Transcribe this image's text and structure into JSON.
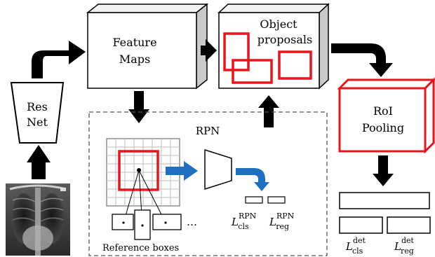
{
  "blocks": {
    "resnet": {
      "line1": "Res",
      "line2": "Net"
    },
    "feature_maps": {
      "line1": "Feature",
      "line2": "Maps"
    },
    "object_proposals": {
      "line1": "Object",
      "line2": "proposals"
    },
    "roi_pooling": {
      "line1": "RoI",
      "line2": "Pooling"
    }
  },
  "rpn": {
    "title": "RPN",
    "reference_boxes": "Reference boxes",
    "ellipsis": "…",
    "loss_cls": {
      "base": "L",
      "sup": "RPN",
      "sub": "cls"
    },
    "loss_reg": {
      "base": "L",
      "sup": "RPN",
      "sub": "reg"
    }
  },
  "detection": {
    "loss_cls": {
      "base": "L",
      "sup": "det",
      "sub": "cls"
    },
    "loss_reg": {
      "base": "L",
      "sup": "det",
      "sub": "reg"
    }
  },
  "colors": {
    "highlight_red": "#e8151b",
    "flow_blue": "#1f6fc0",
    "arrow_black": "#000000",
    "box_side_gray": "#c9c9c9"
  }
}
